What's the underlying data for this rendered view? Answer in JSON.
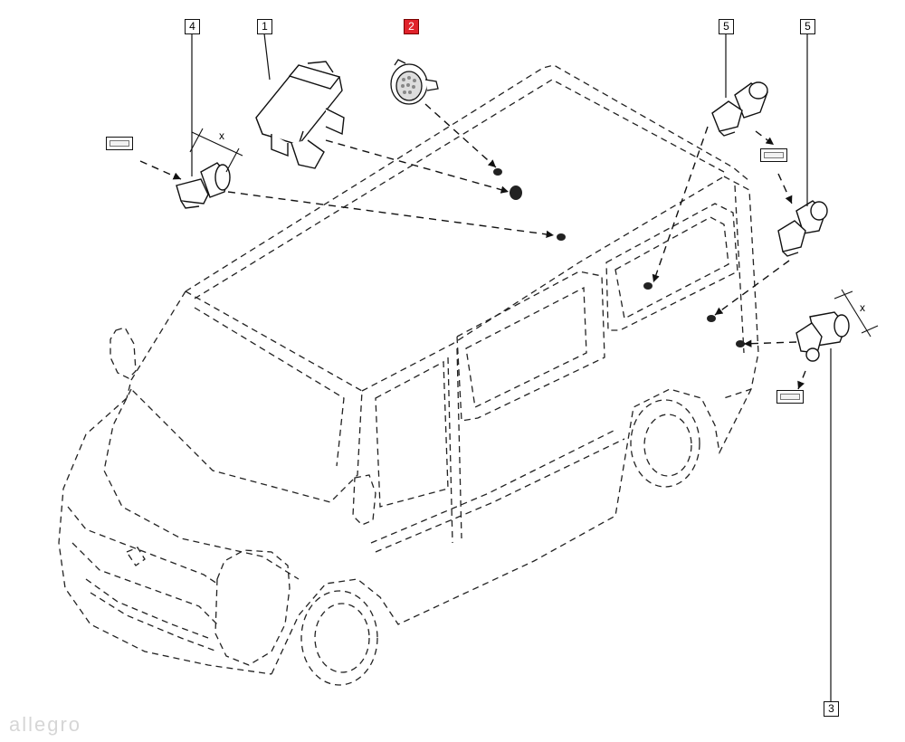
{
  "callouts": {
    "c1": "1",
    "c2": "2",
    "c3": "3",
    "c4": "4",
    "c5a": "5",
    "c5b": "5"
  },
  "dimensions": {
    "x_left": "x",
    "x_right": "x"
  },
  "watermark": "allegro",
  "colors": {
    "line": "#111111",
    "highlight": "#e0232b",
    "background": "#ffffff"
  }
}
